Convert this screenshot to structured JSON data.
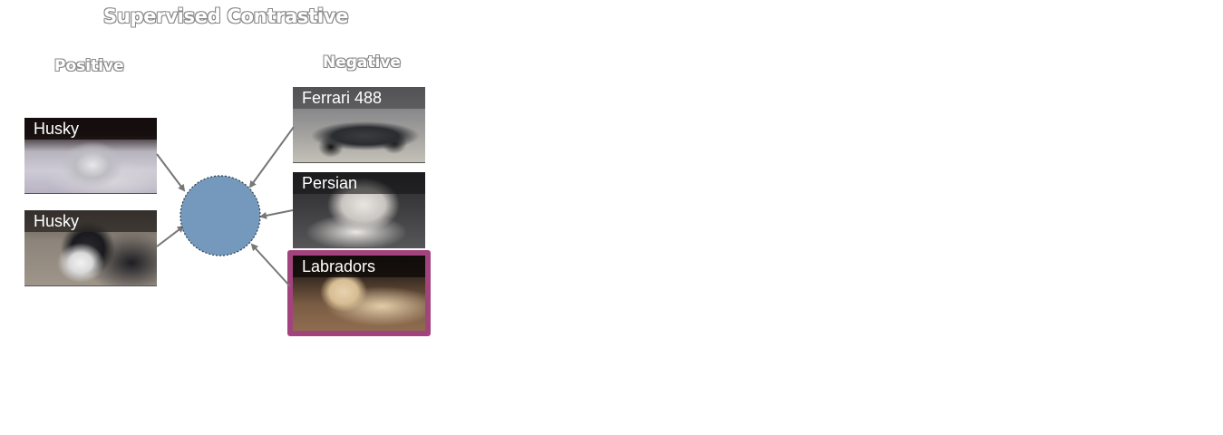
{
  "title": "Supervised Contrastive",
  "positive": {
    "label": "Positive",
    "items": [
      {
        "label": "Husky"
      },
      {
        "label": "Husky"
      }
    ]
  },
  "negative": {
    "label": "Negative",
    "items": [
      {
        "label": "Ferrari 488"
      },
      {
        "label": "Persian"
      },
      {
        "label": "Labradors"
      }
    ]
  },
  "colors": {
    "anchor_fill": "#7499bc",
    "highlight_border": "#a3437d",
    "arrow": "#777777"
  },
  "icons": {
    "anchor": "embedding-circle",
    "arrows": "arrow-icon"
  }
}
